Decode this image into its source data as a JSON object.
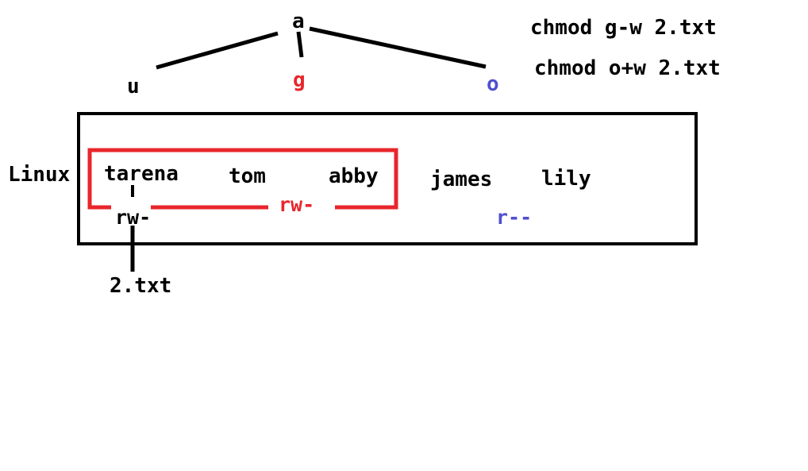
{
  "tree": {
    "root": "a",
    "branches": [
      {
        "label": "u",
        "color": "#000000"
      },
      {
        "label": "g",
        "color": "#e8262c"
      },
      {
        "label": "o",
        "color": "#4f4fd0"
      }
    ]
  },
  "commands": [
    "chmod g-w 2.txt",
    "chmod o+w 2.txt"
  ],
  "system_label": "Linux",
  "users": {
    "owner": "tarena",
    "group_members": [
      "tom",
      "abby"
    ],
    "others": [
      "james",
      "lily"
    ]
  },
  "permissions": {
    "owner": "rw-",
    "group": "rw-",
    "others": "r--"
  },
  "file": "2.txt",
  "colors": {
    "line": "#000000",
    "group": "#e8262c",
    "others": "#4f4fd0"
  }
}
